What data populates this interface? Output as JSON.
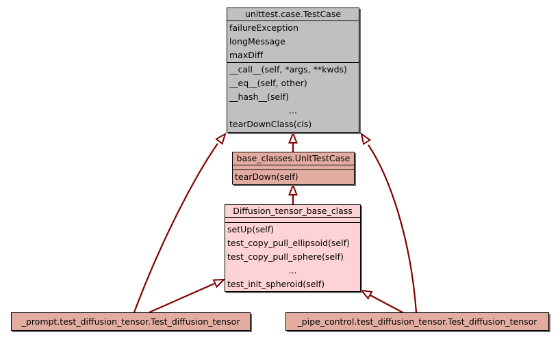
{
  "diagram": {
    "type": "uml-class-inheritance",
    "edge_color": "#800000",
    "nodes": {
      "testcase": {
        "title": "unittest.case.TestCase",
        "fill": "#c2bfc3",
        "attributes": [
          "failureException",
          "longMessage",
          "maxDiff"
        ],
        "methods": [
          "__call__(self, *args, **kwds)",
          "__eq__(self, other)",
          "__hash__(self)",
          "...",
          "tearDownClass(cls)"
        ]
      },
      "unittestcase": {
        "title": "base_classes.UnitTestCase",
        "fill": "#e2ada0",
        "attributes": [],
        "methods": [
          "tearDown(self)"
        ]
      },
      "diffbase": {
        "title": "Diffusion_tensor_base_class",
        "fill": "#fdd3d5",
        "attributes": [],
        "methods": [
          "setUp(self)",
          "test_copy_pull_ellipsoid(self)",
          "test_copy_pull_sphere(self)",
          "...",
          "test_init_spheroid(self)"
        ]
      },
      "prompt": {
        "title": "_prompt.test_diffusion_tensor.Test_diffusion_tensor",
        "fill": "#e2ada0"
      },
      "pipe": {
        "title": "_pipe_control.test_diffusion_tensor.Test_diffusion_tensor",
        "fill": "#e2ada0"
      }
    },
    "edges": [
      {
        "from": "unittestcase",
        "to": "testcase",
        "kind": "inherits"
      },
      {
        "from": "diffbase",
        "to": "unittestcase",
        "kind": "inherits"
      },
      {
        "from": "prompt",
        "to": "testcase",
        "kind": "inherits"
      },
      {
        "from": "prompt",
        "to": "diffbase",
        "kind": "inherits"
      },
      {
        "from": "pipe",
        "to": "testcase",
        "kind": "inherits"
      },
      {
        "from": "pipe",
        "to": "diffbase",
        "kind": "inherits"
      }
    ]
  }
}
